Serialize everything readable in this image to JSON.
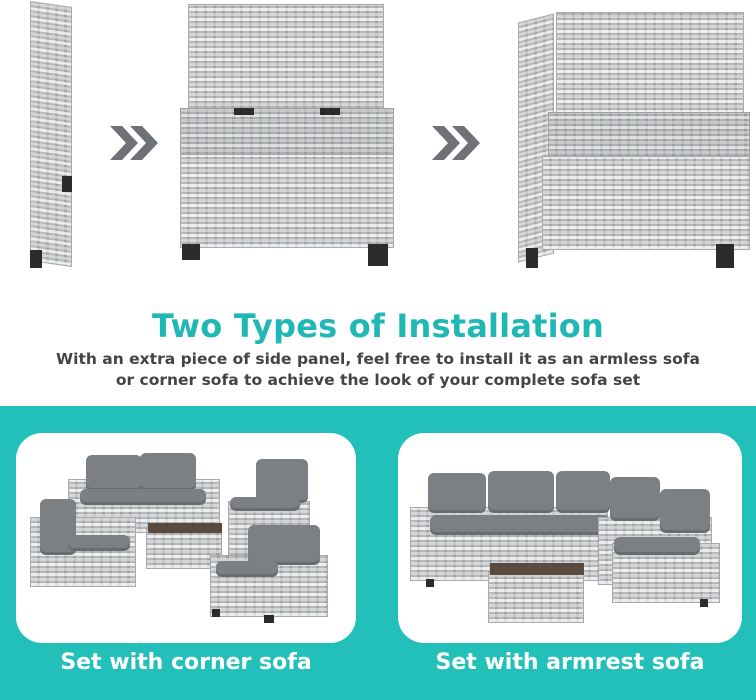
{
  "heading": {
    "title": "Two Types of Installation",
    "line1": "With an extra piece of side panel, feel free to install it as an armless sofa",
    "line2": "or corner sofa to achieve the look of your complete sofa set"
  },
  "captions": {
    "left": "Set with corner sofa",
    "right": "Set with armrest sofa"
  },
  "colors": {
    "accent": "#22c0b8",
    "title": "#1fb8b4",
    "cushion": "#7c7f83",
    "wicker": "#c9cbcd"
  },
  "icons": {
    "arrow1": "double-chevron-right-icon",
    "arrow2": "double-chevron-right-icon"
  }
}
